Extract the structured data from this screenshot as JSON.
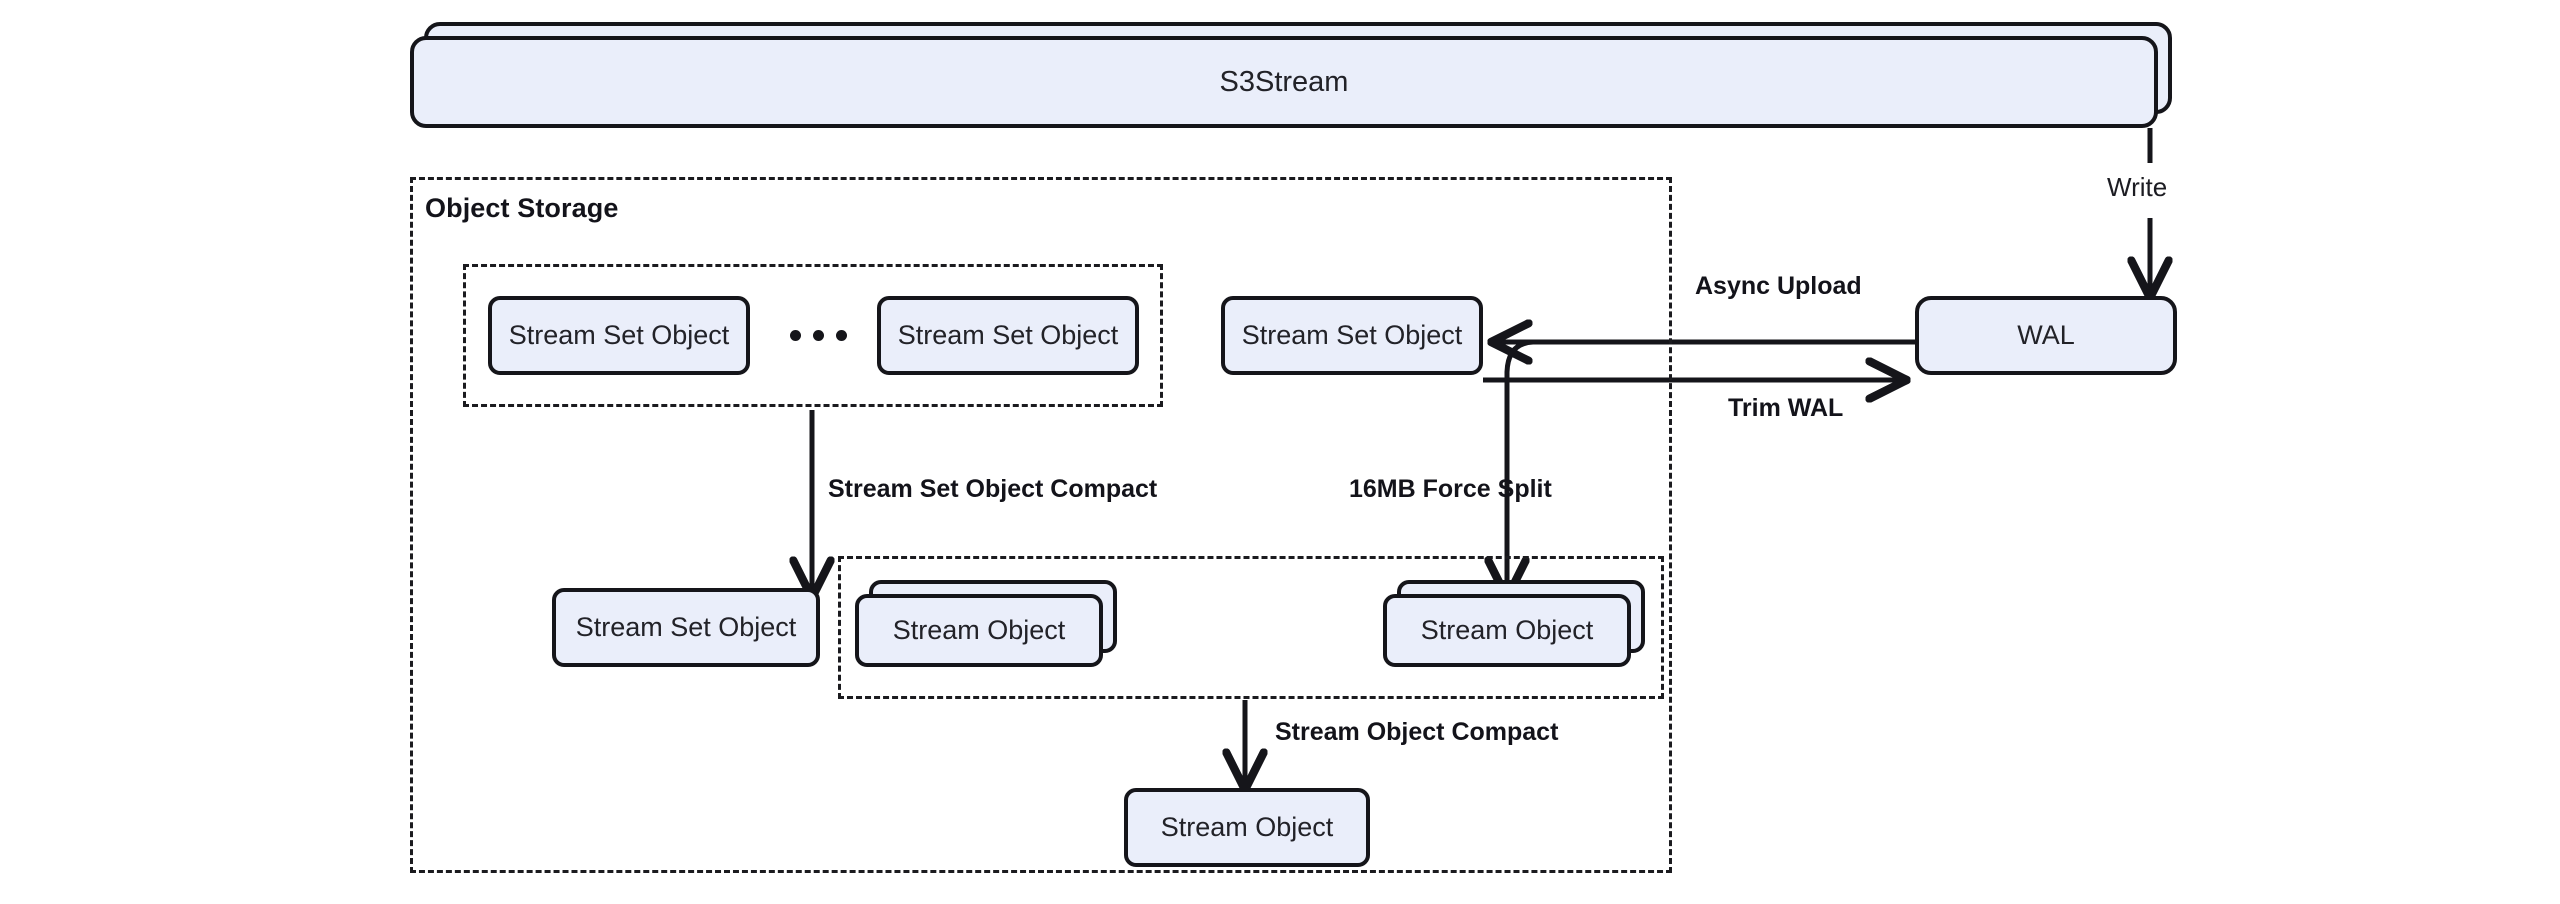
{
  "diagram": {
    "title": "S3Stream object storage and WAL compaction flow",
    "colors": {
      "node_fill": "#eaeefa",
      "node_stroke": "#15151a",
      "text": "#222228",
      "label_text": "#13131a",
      "background": "#ffffff"
    },
    "top_node": {
      "label": "S3Stream",
      "stacked": true
    },
    "containers": [
      {
        "id": "object-storage",
        "label": "Object Storage"
      },
      {
        "id": "stream-set-object-group",
        "label": ""
      },
      {
        "id": "stream-object-group",
        "label": ""
      }
    ],
    "nodes": {
      "stream_set_object_1": "Stream Set Object",
      "stream_set_object_2": "Stream Set Object",
      "stream_set_object_wal": "Stream Set Object",
      "stream_set_object_compacted": "Stream Set Object",
      "stream_object_left": "Stream Object",
      "stream_object_right": "Stream Object",
      "stream_object_compacted": "Stream Object",
      "wal": "WAL"
    },
    "ellipsis": "...",
    "edges": [
      {
        "id": "write",
        "label": "Write",
        "bold": false,
        "from": "S3Stream",
        "to": "WAL"
      },
      {
        "id": "async-upload",
        "label": "Async Upload",
        "bold": true,
        "from": "WAL",
        "to": "Stream Set Object"
      },
      {
        "id": "trim-wal",
        "label": "Trim WAL",
        "bold": true,
        "from": "Stream Set Object",
        "to": "WAL"
      },
      {
        "id": "stream-set-object-compact",
        "label": "Stream Set Object Compact",
        "bold": true,
        "from": "Stream Set Object",
        "to": "Stream Set Object"
      },
      {
        "id": "force-split",
        "label": "16MB Force Split",
        "bold": true,
        "from": "Stream Set Object",
        "to": "Stream Object"
      },
      {
        "id": "stream-object-compact",
        "label": "Stream Object Compact",
        "bold": true,
        "from": "Stream Object",
        "to": "Stream Object"
      }
    ]
  }
}
